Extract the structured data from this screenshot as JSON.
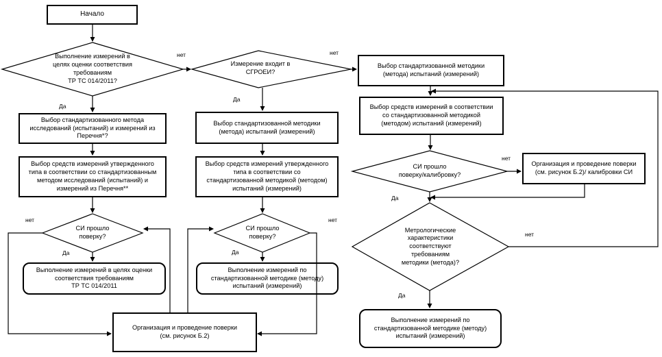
{
  "flowchart": {
    "nodes": {
      "start": "Начало",
      "q_tr_ts": "Выполнение измерений в\nцелях оценки соответствия\nтребованиям\nТР ТС 014/2011?",
      "choose_method_list": "Выбор стандартизованного метода\nисследований (испытаний) и измерений из\nПеречня*?",
      "choose_si_approved": "Выбор средств измерений утвержденного\nтипа в соответствии со стандартизованным\nметодом исследований (испытаний) и\nизмерений из Перечня**",
      "q_verified_left": "СИ прошло\nповерку?",
      "measure_tr_ts": "Выполнение измерений в целях оценки\nсоответствия требованиям\nТР ТС 014/2011",
      "organize_verification_bottom": "Организация и проведение поверки\n(см. рисунок Б.2)",
      "q_sgroei": "Измерение входит в\nСГРОЕИ?",
      "choose_method_mid": "Выбор стандартизованной методики\n(метода) испытаний (измерений)",
      "choose_si_mid": "Выбор средств измерений утвержденного\nтипа в соответствии со\nстандартизованной методикой (методом)\nиспытаний (измерений)",
      "q_verified_mid": "СИ прошло\nповерку?",
      "measure_mid": "Выполнение измерений по\nстандартизованной методике (методу)\nиспытаний (измерений)",
      "choose_method_right": "Выбор стандартизованной методики\n(метода) испытаний (измерений)",
      "choose_si_right": "Выбор средств измерений в соответствии\nсо стандартизованной методикой\n(методом) испытаний (измерений)",
      "q_verified_calibrated": "СИ прошло\nповерку/калибровку?",
      "organize_verification_right": "Организация и проведение поверки\n(см. рисунок Б.2)/ калибровки СИ",
      "q_metrology": "Метрологические\nхарактеристики\nсоответствуют\nтребованиям\nметодики (метода)?",
      "measure_right": "Выполнение измерений по\nстандартизованной методике (методу)\nиспытаний (измерений)"
    },
    "labels": {
      "yes": "Да",
      "no": "нет"
    }
  }
}
